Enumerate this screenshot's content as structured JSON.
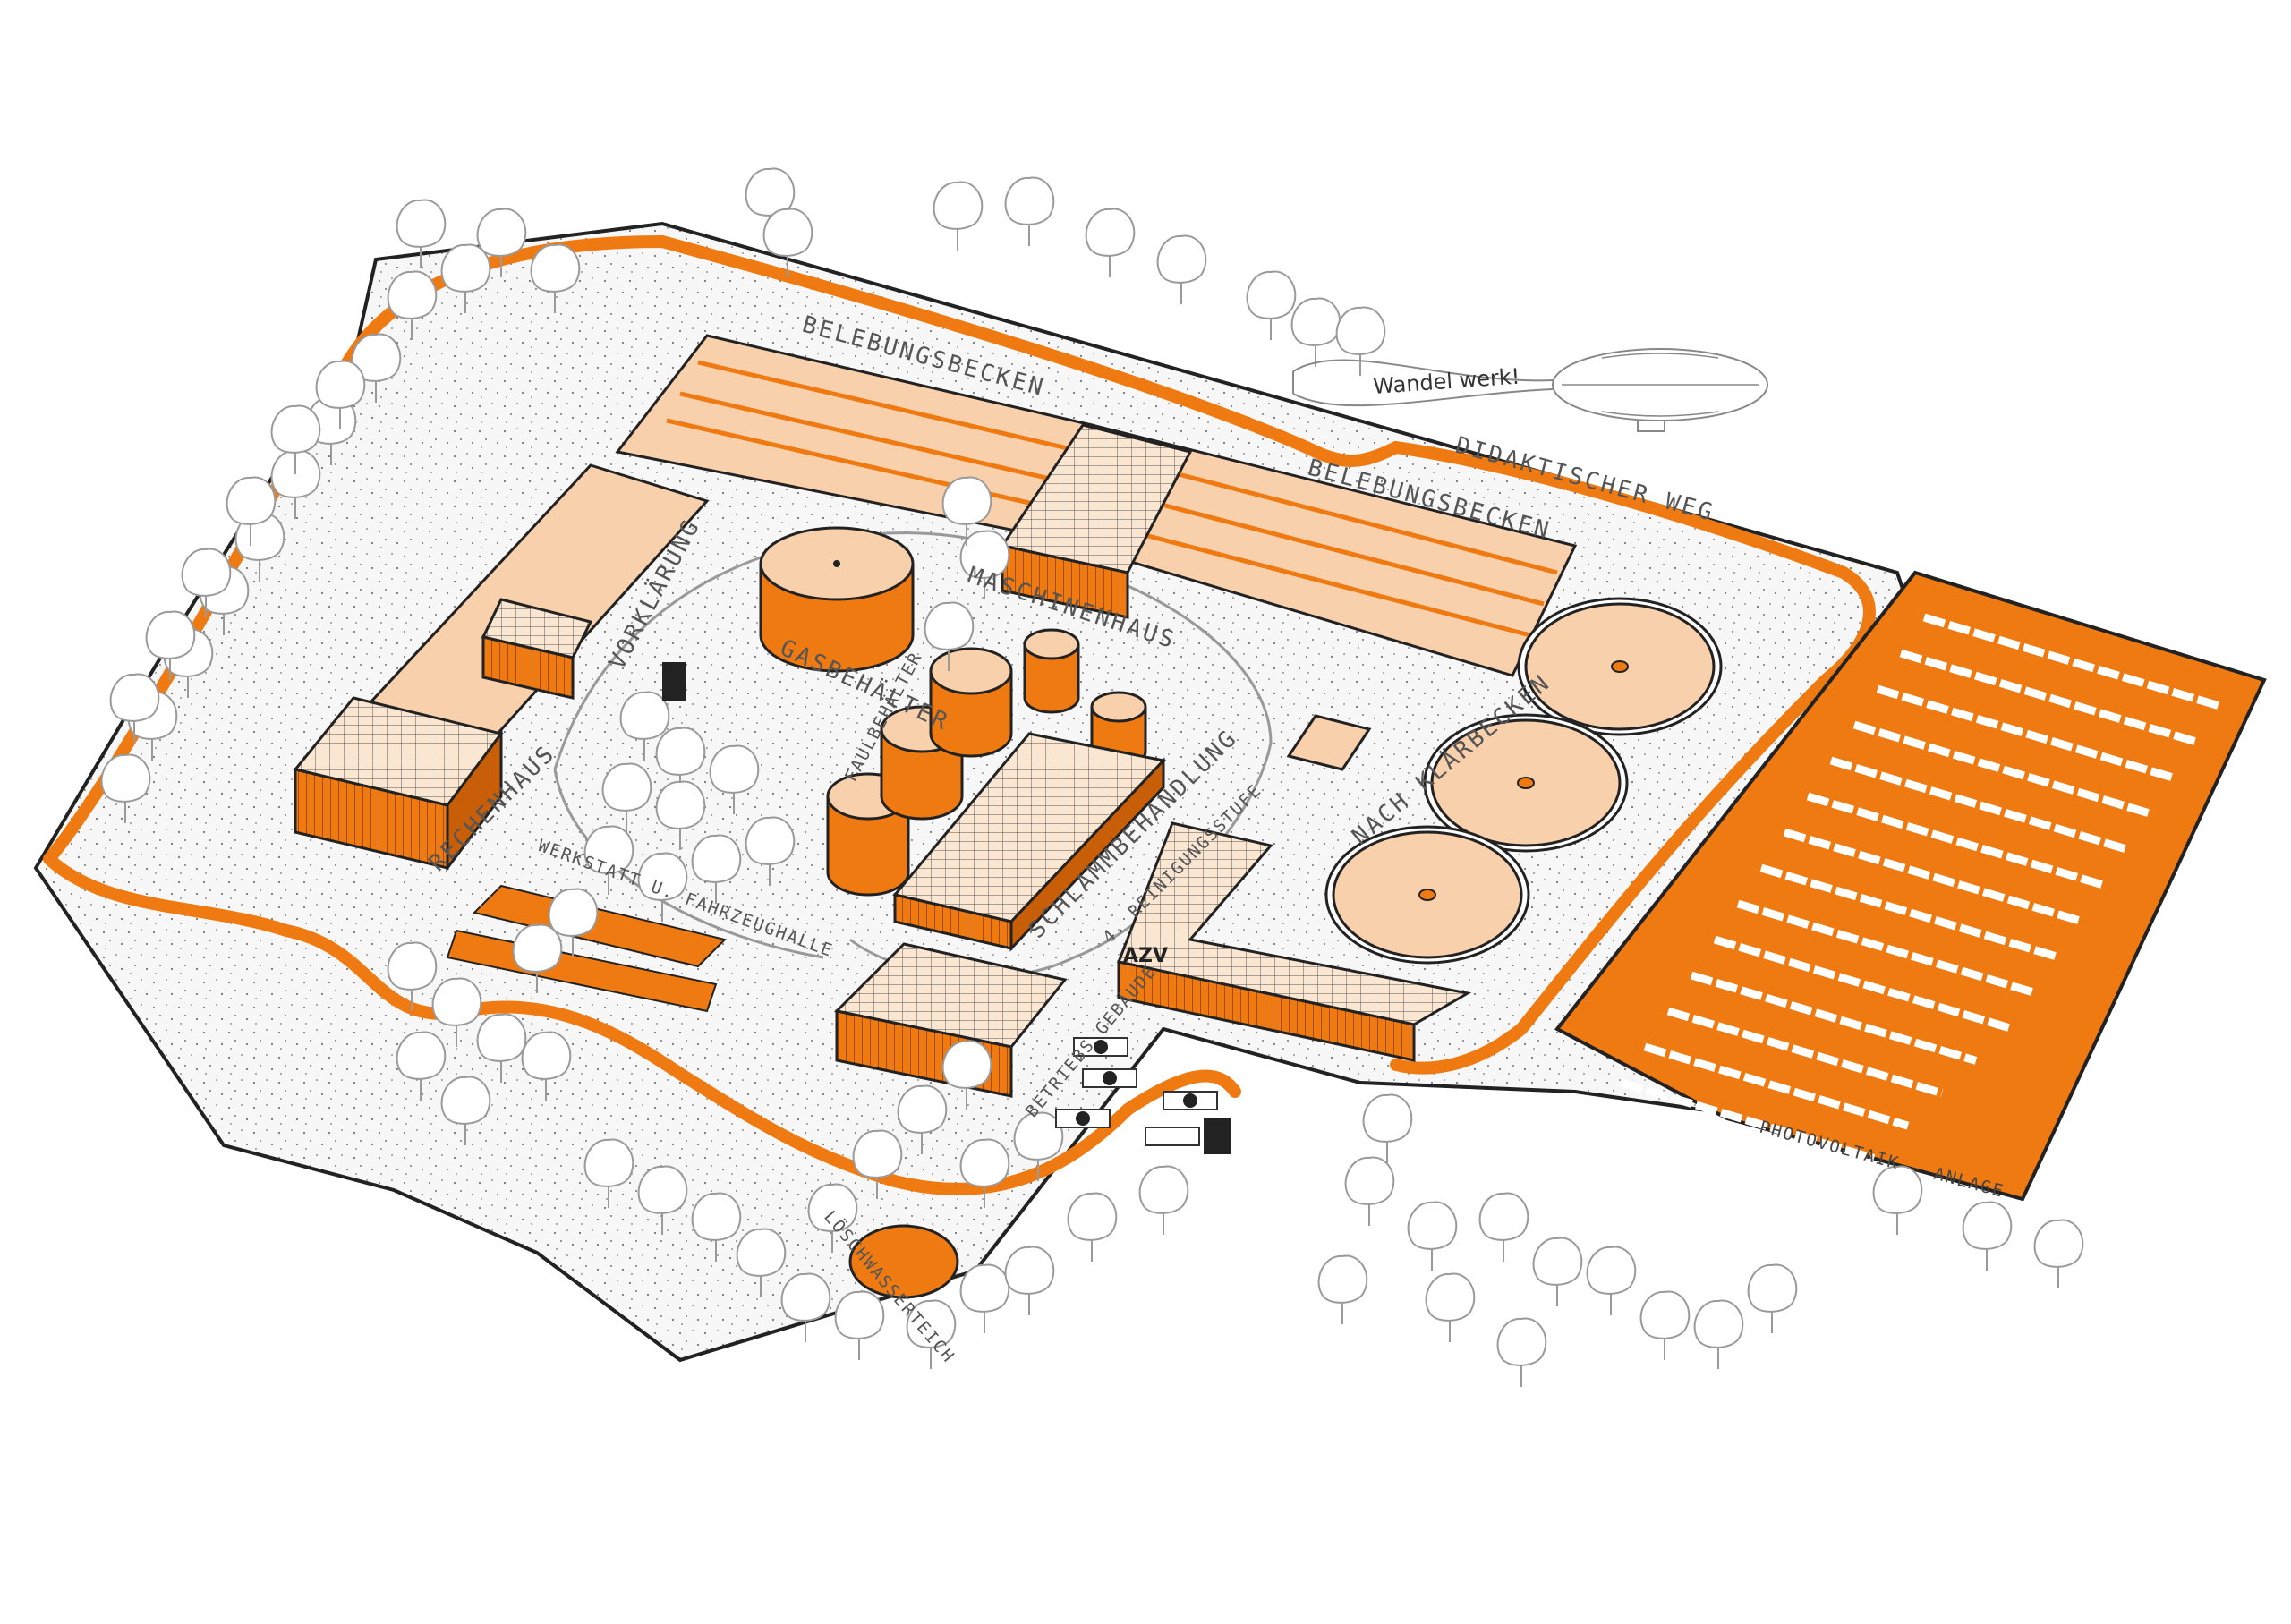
{
  "colors": {
    "accent": "#f07a12",
    "accent_light": "#f8d0ac",
    "outline": "#222222",
    "tree": "#9a9a9a",
    "ground": "#f6f6f6"
  },
  "labels": {
    "belebungsbecken_1": "BELEBUNGSBECKEN",
    "belebungsbecken_2": "BELEBUNGSBECKEN",
    "didaktischer_weg": "DIDAKTISCHER WEG",
    "wandel_werk": "Wandel werk!",
    "vorklaerung": "VORKLÄRUNG",
    "gasbehaelter": "GASBEHÄLTER",
    "maschinenhaus": "MASCHINENHAUS",
    "faulbehaelter": "FAULBEHÄLTER",
    "nachklaerbecken": "NACH KLÄRBECKEN",
    "rechenhaus": "RECHENHAUS",
    "werkstatt": "WERKSTATT U. FAHRZEUGHALLE",
    "schlammbehandlung": "SCHLAMMBEHANDLUNG",
    "reinigungsstufe": "4. REINIGUNGSSTUFE",
    "azv": "AZV",
    "betriebsgebaeude": "BETRIEBS GEBÄUDE",
    "loeschwasserteich": "LÖSCHWASSERTEICH",
    "photovoltaik": "PHOTOVOLTAIK - ANLAGE"
  }
}
